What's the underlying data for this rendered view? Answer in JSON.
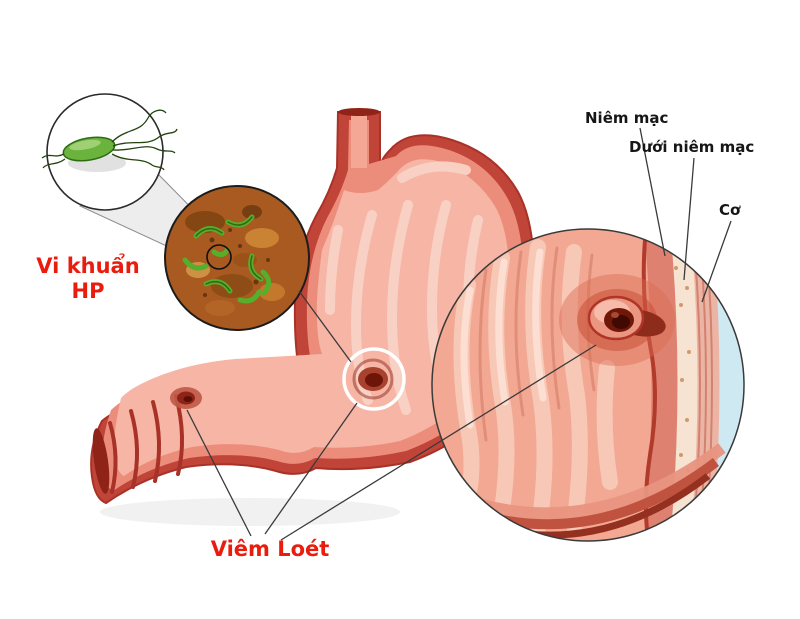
{
  "title": "Stomach H. pylori ulcer diagram",
  "labels": {
    "bacteria_line1": "Vi khuẩn",
    "bacteria_line2": "HP",
    "ulcer": "Viêm Loét",
    "mucosa": "Niêm mạc",
    "submucosa": "Dưới niêm mạc",
    "muscle": "Cơ"
  },
  "colors": {
    "label_red": "#ea1c0d",
    "label_black": "#161616",
    "stomach_outer": "#c14438",
    "stomach_mid": "#ec8d7b",
    "stomach_inner": "#f6b5a5",
    "bacteria_green": "#57ae2c",
    "tissue_brown": "#a85a20",
    "serosa_blue": "#cfe9f2"
  }
}
